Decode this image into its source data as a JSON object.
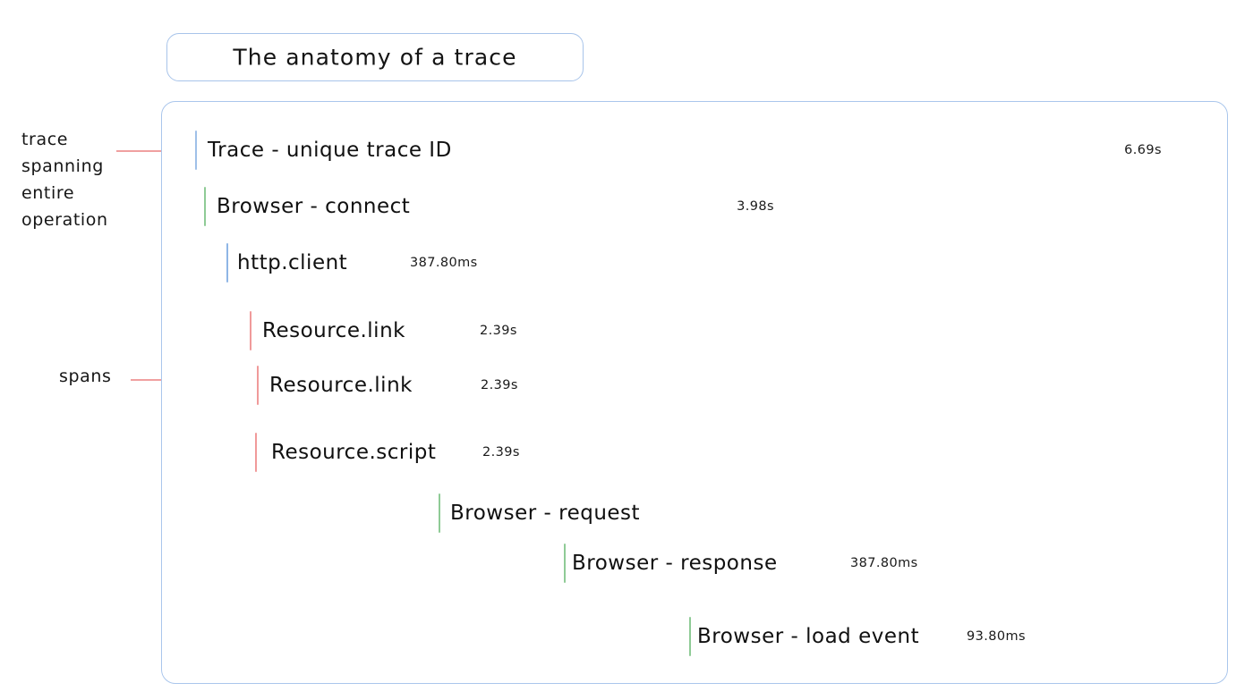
{
  "title": {
    "text": "The anatomy of a trace"
  },
  "annotations": [
    {
      "name": "trace-annotation",
      "text": "trace\nspanning\nentire\noperation"
    },
    {
      "name": "spans-annotation",
      "text": "spans"
    }
  ],
  "colors": {
    "panel_border": "#aac6ec",
    "title_border": "#a8c4ea",
    "annotation_red": "#f0a0a0",
    "trace_fill": "#e2ddf5",
    "browser_fill": "#ddf2de",
    "http_fill": "#d6e8fb",
    "resource_fill": "#fdf1cf",
    "resource_border": "#f09a9a"
  },
  "chart_data": {
    "type": "bar",
    "title": "The anatomy of a trace",
    "xlabel": "",
    "ylabel": "",
    "categories": [
      "Trace - unique trace ID",
      "Browser - connect",
      "http.client",
      "Resource.link",
      "Resource.link",
      "Resource.script",
      "Browser - request",
      "Browser - response",
      "Browser - load event"
    ],
    "values": [
      6.69,
      3.98,
      0.3878,
      2.39,
      2.39,
      2.39,
      null,
      0.3878,
      0.0938
    ],
    "value_labels": [
      "6.69s",
      "3.98s",
      "387.80ms",
      "2.39s",
      "2.39s",
      "2.39s",
      "",
      "387.80ms",
      "93.80ms"
    ],
    "unit": "seconds"
  },
  "spans": [
    {
      "id": "trace",
      "label": "Trace - unique trace ID",
      "duration": "6.69s",
      "duration_inside": true,
      "theme": "purple"
    },
    {
      "id": "browser-connect",
      "label": "Browser - connect",
      "duration": "3.98s",
      "duration_inside": true,
      "theme": "green"
    },
    {
      "id": "http-client",
      "label": "http.client",
      "duration": "387.80ms",
      "duration_inside": false,
      "theme": "blue"
    },
    {
      "id": "resource-link-1",
      "label": "Resource.link",
      "duration": "2.39s",
      "duration_inside": false,
      "theme": "orange"
    },
    {
      "id": "resource-link-2",
      "label": "Resource.link",
      "duration": "2.39s",
      "duration_inside": false,
      "theme": "orange"
    },
    {
      "id": "resource-script",
      "label": "Resource.script",
      "duration": "2.39s",
      "duration_inside": false,
      "theme": "orange"
    },
    {
      "id": "browser-request",
      "label": "Browser - request",
      "duration": "",
      "duration_inside": false,
      "theme": "green"
    },
    {
      "id": "browser-response",
      "label": "Browser - response",
      "duration": "387.80ms",
      "duration_inside": false,
      "theme": "green"
    },
    {
      "id": "browser-load-event",
      "label": "Browser - load event",
      "duration": "93.80ms",
      "duration_inside": false,
      "theme": "green"
    }
  ]
}
